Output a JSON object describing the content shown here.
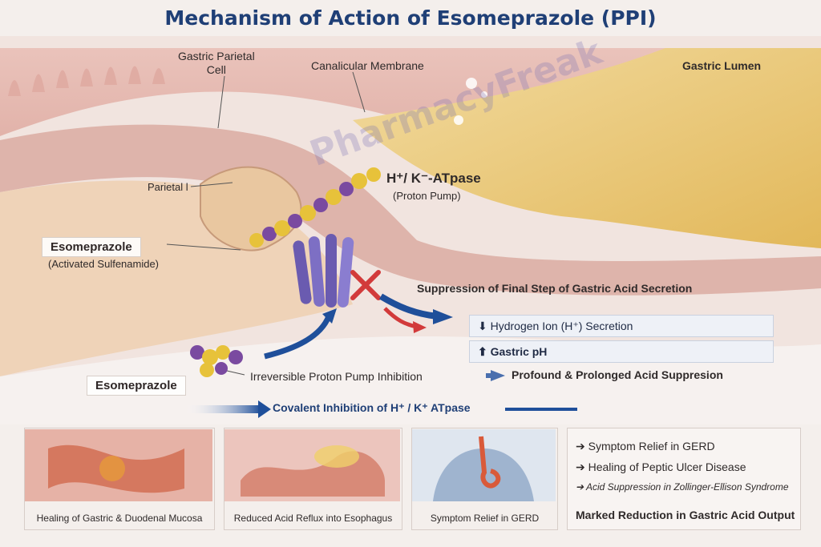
{
  "title": "Mechanism of Action of Esomeprazole (PPI)",
  "labels": {
    "parietal_cell": "Gastric Parietal\nCell",
    "canalicular": "Canalicular Membrane",
    "lumen": "Gastric Lumen",
    "parietal_short": "Parietal l",
    "pump_title": "H⁺/ K⁻-ATpase",
    "pump_sub": "(Proton Pump)",
    "eso_activated_title": "Esomeprazole",
    "eso_activated_sub": "(Activated Sulfenamide)",
    "eso_bottom": "Esomeprazole",
    "irreversible": "Irreversible Proton Pump Inhibition",
    "suppression_final": "Suppression of Final Step of Gastric Acid Secretion",
    "profound": "Profound & Prolonged Acid Suppresion",
    "covalent": "Covalent Inhibition of H⁺ / K⁺ ATpase"
  },
  "effects_bars": [
    {
      "icon": "down-arrow-icon",
      "text": "⬇ Hydrogen Ion (H⁺) Secretion"
    },
    {
      "icon": "up-arrow-icon",
      "text": "⬆ Gastric pH"
    }
  ],
  "panels": [
    {
      "caption": "Healing of Gastric & Duodenal Mucosa"
    },
    {
      "caption": "Reduced Acid Reflux into Esophagus"
    },
    {
      "caption": "Symptom Relief in GERD"
    }
  ],
  "benefits": [
    "➔ Symptom Relief in GERD",
    "➔ Healing of Peptic Ulcer Disease",
    "➔ Acid Suppression in Zollinger-Ellison Syndrome"
  ],
  "benefits_footer": "Marked Reduction in Gastric Acid Output",
  "watermark": "PharmacyFreak",
  "colors": {
    "title": "#1f3f76",
    "arrow_blue": "#1f4f9a",
    "arrow_red": "#d23a3a",
    "tissue_pink": "#e8b8b0",
    "lumen_gold": "#e7c36a",
    "pump_purple": "#6a5bb0",
    "molecule_gold": "#e7c23a"
  }
}
